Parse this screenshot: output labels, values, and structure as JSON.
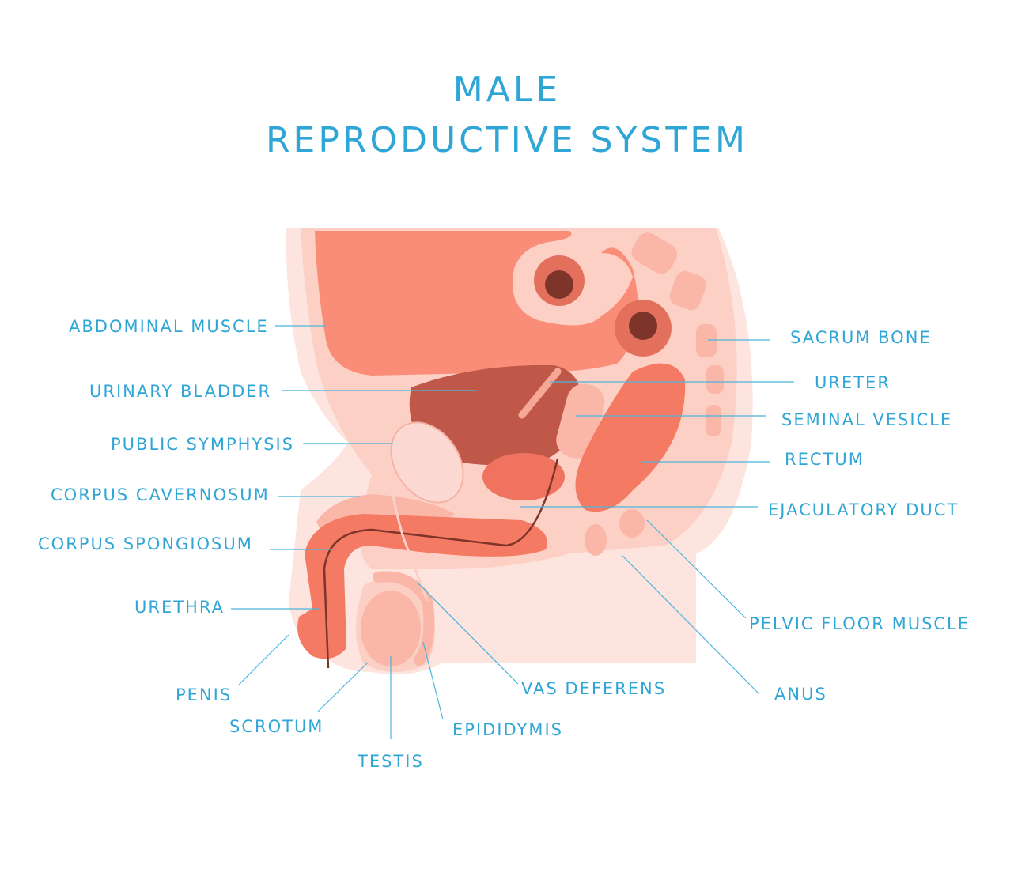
{
  "title": {
    "line1": "MALE",
    "line2": "REPRODUCTIVE SYSTEM"
  },
  "colors": {
    "title": "#2fa6d6",
    "skin": "#fde4df",
    "tissue": "#fccfc4",
    "organ": "#f98d78",
    "bladder": "#c0584a",
    "dark": "#7d3429"
  },
  "labels": {
    "abdominal_muscle": "ABDOMINAL MUSCLE",
    "urinary_bladder": "URINARY BLADDER",
    "public_symphysis": "PUBLIC SYMPHYSIS",
    "corpus_cavernosum": "CORPUS CAVERNOSUM",
    "corpus_spongiosum": "CORPUS SPONGIOSUM",
    "urethra": "URETHRA",
    "penis": "PENIS",
    "scrotum": "SCROTUM",
    "testis": "TESTIS",
    "epididymis": "EPIDIDYMIS",
    "vas_deferens": "VAS DEFERENS",
    "anus": "ANUS",
    "pelvic_floor_muscle": "PELVIC FLOOR MUSCLE",
    "ejaculatory_duct": "EJACULATORY DUCT",
    "rectum": "RECTUM",
    "seminal_vesicle": "SEMINAL VESICLE",
    "ureter": "URETER",
    "sacrum_bone": "SACRUM BONE"
  }
}
